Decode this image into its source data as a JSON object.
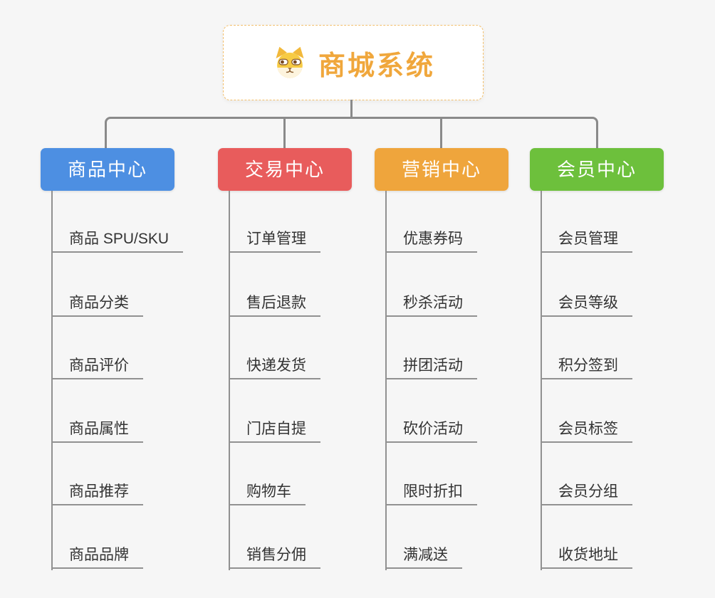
{
  "root": {
    "title": "商城系统",
    "icon": "dog-face-icon"
  },
  "colors": {
    "root_text": "#f0a73c",
    "root_border": "#f3bf6b",
    "connector": "#8a8a8a",
    "leaf_text": "#333333",
    "background": "#f6f6f6"
  },
  "branches": [
    {
      "label": "商品中心",
      "color": "#4d8fe2",
      "items": [
        "商品 SPU/SKU",
        "商品分类",
        "商品评价",
        "商品属性",
        "商品推荐",
        "商品品牌"
      ]
    },
    {
      "label": "交易中心",
      "color": "#e85c5c",
      "items": [
        "订单管理",
        "售后退款",
        "快递发货",
        "门店自提",
        "购物车",
        "销售分佣"
      ]
    },
    {
      "label": "营销中心",
      "color": "#efa53c",
      "items": [
        "优惠券码",
        "秒杀活动",
        "拼团活动",
        "砍价活动",
        "限时折扣",
        "满减送"
      ]
    },
    {
      "label": "会员中心",
      "color": "#6dc03c",
      "items": [
        "会员管理",
        "会员等级",
        "积分签到",
        "会员标签",
        "会员分组",
        "收货地址"
      ]
    }
  ]
}
